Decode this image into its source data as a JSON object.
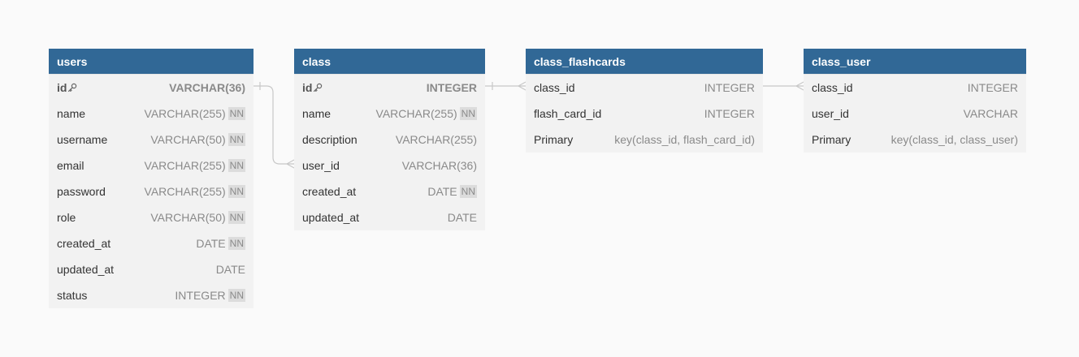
{
  "tables": [
    {
      "name": "users",
      "fields": [
        {
          "name": "id",
          "type": "VARCHAR(36)",
          "pk": true,
          "nn": false
        },
        {
          "name": "name",
          "type": "VARCHAR(255)",
          "pk": false,
          "nn": true
        },
        {
          "name": "username",
          "type": "VARCHAR(50)",
          "pk": false,
          "nn": true
        },
        {
          "name": "email",
          "type": "VARCHAR(255)",
          "pk": false,
          "nn": true
        },
        {
          "name": "password",
          "type": "VARCHAR(255)",
          "pk": false,
          "nn": true
        },
        {
          "name": "role",
          "type": "VARCHAR(50)",
          "pk": false,
          "nn": true
        },
        {
          "name": "created_at",
          "type": "DATE",
          "pk": false,
          "nn": true
        },
        {
          "name": "updated_at",
          "type": "DATE",
          "pk": false,
          "nn": false
        },
        {
          "name": "status",
          "type": "INTEGER",
          "pk": false,
          "nn": true
        }
      ]
    },
    {
      "name": "class",
      "fields": [
        {
          "name": "id",
          "type": "INTEGER",
          "pk": true,
          "nn": false
        },
        {
          "name": "name",
          "type": "VARCHAR(255)",
          "pk": false,
          "nn": true
        },
        {
          "name": "description",
          "type": "VARCHAR(255)",
          "pk": false,
          "nn": false
        },
        {
          "name": "user_id",
          "type": "VARCHAR(36)",
          "pk": false,
          "nn": false
        },
        {
          "name": "created_at",
          "type": "DATE",
          "pk": false,
          "nn": true
        },
        {
          "name": "updated_at",
          "type": "DATE",
          "pk": false,
          "nn": false
        }
      ]
    },
    {
      "name": "class_flashcards",
      "fields": [
        {
          "name": "class_id",
          "type": "INTEGER",
          "pk": false,
          "nn": false
        },
        {
          "name": "flash_card_id",
          "type": "INTEGER",
          "pk": false,
          "nn": false
        },
        {
          "name": "Primary",
          "type": "key(class_id, flash_card_id)",
          "pk": false,
          "nn": false
        }
      ]
    },
    {
      "name": "class_user",
      "fields": [
        {
          "name": "class_id",
          "type": "INTEGER",
          "pk": false,
          "nn": false
        },
        {
          "name": "user_id",
          "type": "VARCHAR",
          "pk": false,
          "nn": false
        },
        {
          "name": "Primary",
          "type": "key(class_id, class_user)",
          "pk": false,
          "nn": false
        }
      ]
    }
  ],
  "nn_label": "NN",
  "colors": {
    "header": "#316896",
    "body": "#f2f2f2",
    "background": "#fafafa",
    "connector": "#c8c8c8"
  },
  "relations": [
    {
      "from": "users.id",
      "to": "class.user_id",
      "cardinality": "one-to-many"
    },
    {
      "from": "class.id",
      "to": "class_flashcards.class_id",
      "cardinality": "one-to-many"
    },
    {
      "from": "class_flashcards.class_id",
      "to": "class_user.class_id",
      "cardinality": "one-to-many"
    }
  ]
}
